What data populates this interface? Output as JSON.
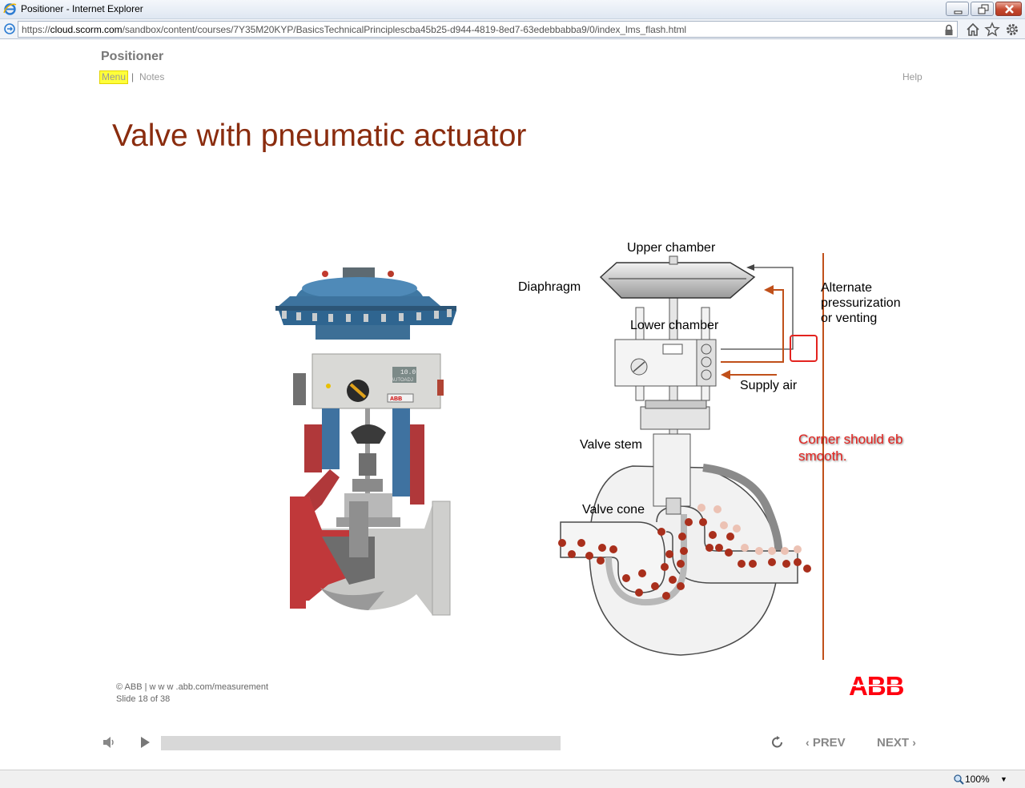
{
  "window": {
    "title": "Positioner - Internet Explorer"
  },
  "address": {
    "url_prefix": "https://",
    "url_host": "cloud.scorm.com",
    "url_path": "/sandbox/content/courses/7Y35M20KYP/BasicsTechnicalPrinciplescba45b25-d944-4819-8ed7-63edebbabba9/0/index_lms_flash.html"
  },
  "course": {
    "title": "Positioner"
  },
  "nav": {
    "menu": "Menu",
    "separator": "|",
    "notes": "Notes",
    "help": "Help"
  },
  "slide": {
    "title": "Valve with pneumatic actuator",
    "labels": {
      "upper_chamber": "Upper chamber",
      "diaphragm": "Diaphragm",
      "lower_chamber": "Lower chamber",
      "alternate": [
        "Alternate",
        "pressurization",
        "or venting"
      ],
      "supply_air": "Supply air",
      "valve_stem": "Valve stem",
      "valve_cone": "Valve cone"
    },
    "photo_labels": {
      "display": "10.0",
      "display_sub": "AUTOADJ",
      "brand_tag": "ABB"
    },
    "review_note": [
      "Corner should eb",
      "smooth."
    ]
  },
  "footer": {
    "copyright": "© ABB | w w w .abb.com/measurement",
    "slide_counter": "Slide 18 of 38",
    "logo_text": "ABB"
  },
  "player": {
    "prev": "PREV",
    "next": "NEXT",
    "progress": 0
  },
  "status": {
    "zoom": "100%"
  },
  "colors": {
    "title": "#8a2c0e",
    "accent_orange": "#c0501a",
    "review_red": "#e3231f",
    "abb_red": "#ff000f"
  }
}
